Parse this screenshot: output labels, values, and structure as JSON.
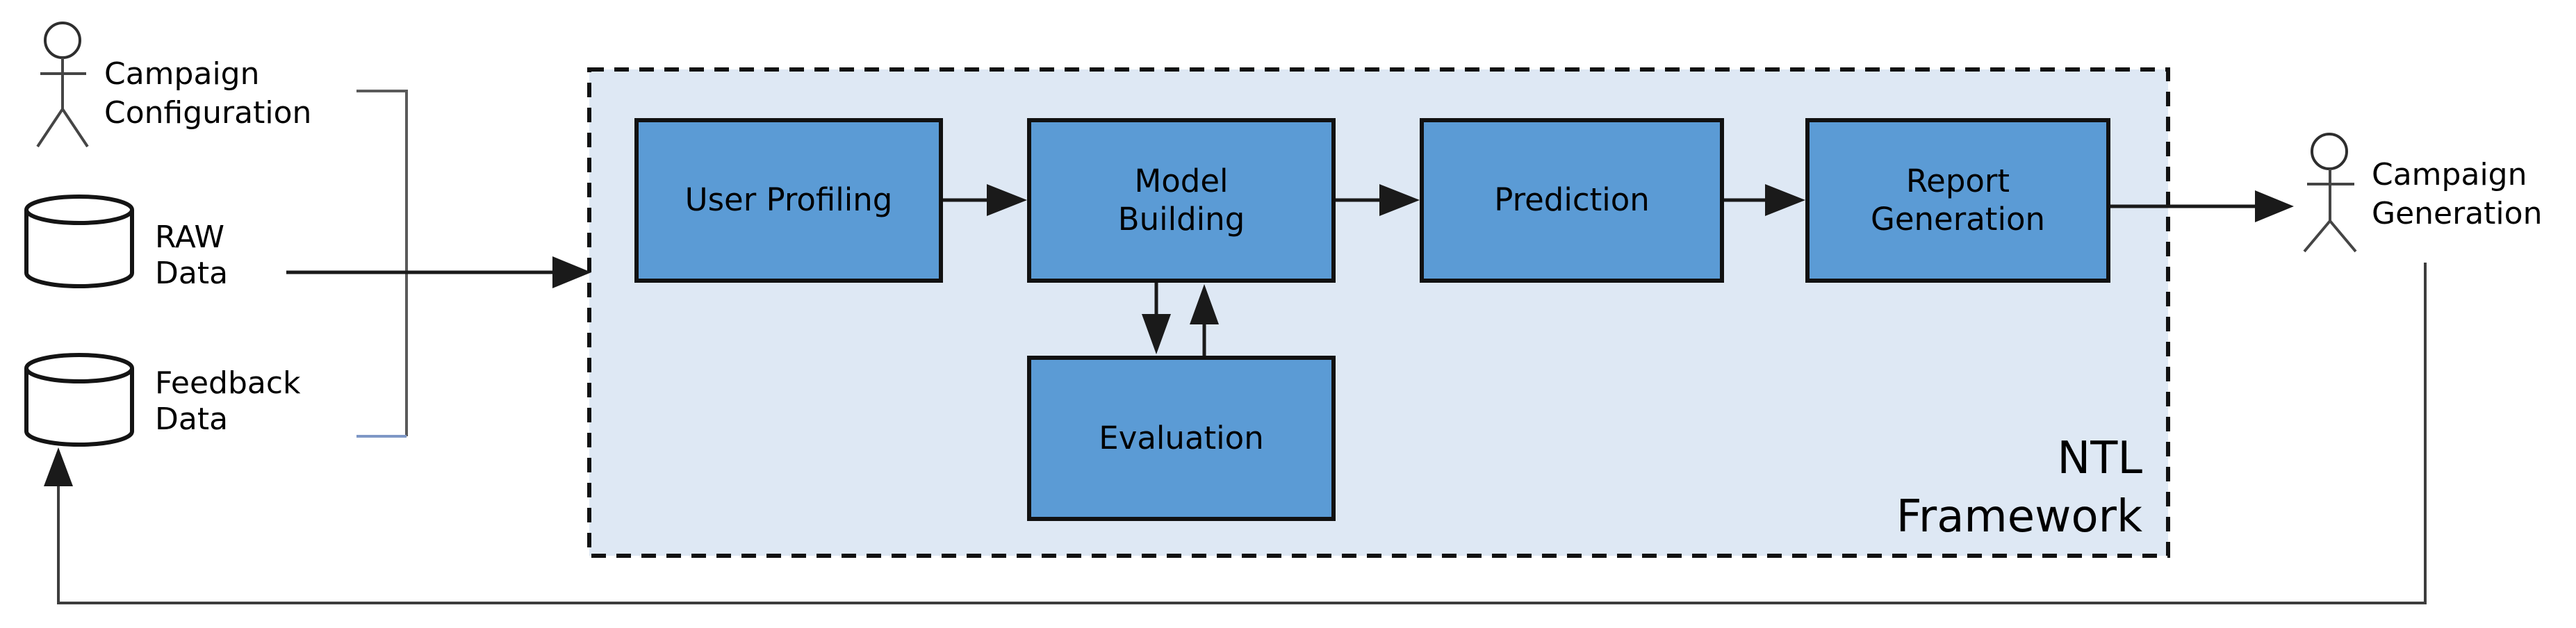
{
  "diagram_title": "NTL Framework data flow diagram",
  "nodes": {
    "campaign_configuration": "Campaign\nConfiguration",
    "raw_data": "RAW\nData",
    "feedback_data": "Feedback\nData",
    "user_profiling": "User Profiling",
    "model_building": "Model\nBuilding",
    "prediction": "Prediction",
    "report_generation": "Report\nGeneration",
    "evaluation": "Evaluation",
    "campaign_generation": "Campaign\nGeneration",
    "framework_label": "NTL\nFramework"
  },
  "icons": {
    "campaign_configuration": "actor-stick-figure-icon",
    "raw_data": "database-cylinder-icon",
    "feedback_data": "database-cylinder-icon",
    "campaign_generation": "actor-stick-figure-icon"
  },
  "connections": [
    {
      "from": "campaign_configuration",
      "to": "framework",
      "via": "sources-bracket"
    },
    {
      "from": "raw_data",
      "to": "framework",
      "via": "sources-bracket"
    },
    {
      "from": "feedback_data",
      "to": "framework",
      "via": "sources-bracket"
    },
    {
      "from": "user_profiling",
      "to": "model_building"
    },
    {
      "from": "model_building",
      "to": "prediction"
    },
    {
      "from": "prediction",
      "to": "report_generation"
    },
    {
      "from": "report_generation",
      "to": "campaign_generation"
    },
    {
      "from": "model_building",
      "to": "evaluation"
    },
    {
      "from": "evaluation",
      "to": "model_building"
    },
    {
      "from": "campaign_generation",
      "to": "feedback_data",
      "via": "feedback-loop"
    }
  ],
  "colors": {
    "process_fill": "#5b9bd5",
    "framework_fill": "#dee8f4",
    "box_border": "#111111",
    "connector": "#1a1a1a",
    "loop": "#3d3d3d",
    "bracket": "#5a5a5a",
    "bracket_accent": "#7e97c6",
    "background": "#ffffff"
  }
}
